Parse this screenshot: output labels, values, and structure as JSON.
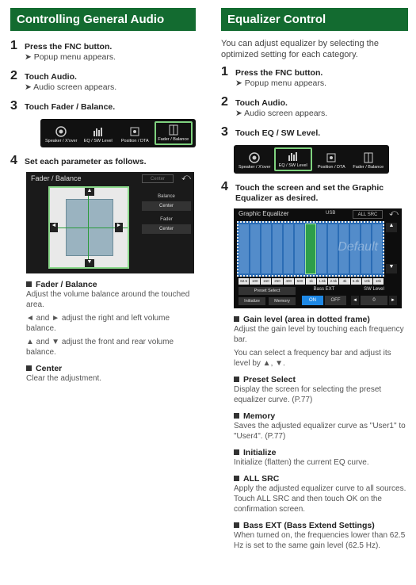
{
  "left": {
    "title": "Controlling General Audio",
    "steps": [
      {
        "num": "1",
        "pre": "Press the ",
        "key": "FNC",
        "post": " button.",
        "result": "Popup menu appears."
      },
      {
        "num": "2",
        "pre": "Touch ",
        "key": "Audio",
        "post": ".",
        "result": "Audio screen appears."
      },
      {
        "num": "3",
        "pre": "Touch ",
        "key": "Fader / Balance",
        "post": "."
      },
      {
        "num": "4",
        "text": "Set each parameter as follows."
      }
    ],
    "buttons": [
      "Speaker / X'over",
      "EQ / SW Level",
      "Position / DTA",
      "Fader / Balance"
    ],
    "fader_screen": {
      "title": "Fader / Balance",
      "center_btn": "Center",
      "balance_label": "Balance",
      "balance_value": "Center",
      "fader_label": "Fader",
      "fader_value": "Center"
    },
    "sections": [
      {
        "head": "Fader / Balance",
        "body": [
          "Adjust the volume balance around the touched area.",
          "◄ and ► adjust the right and left volume balance.",
          "▲ and ▼ adjust the front and rear volume balance."
        ]
      },
      {
        "head": "Center",
        "body": [
          "Clear the adjustment."
        ]
      }
    ]
  },
  "right": {
    "title": "Equalizer Control",
    "intro": "You can adjust equalizer by selecting the optimized setting for each category.",
    "steps": [
      {
        "num": "1",
        "pre": "Press the ",
        "key": "FNC",
        "post": " button.",
        "result": "Popup menu appears."
      },
      {
        "num": "2",
        "pre": "Touch ",
        "key": "Audio",
        "post": ".",
        "result": "Audio screen appears."
      },
      {
        "num": "3",
        "pre": "Touch ",
        "key": "EQ / SW Level",
        "post": "."
      },
      {
        "num": "4",
        "text": "Touch the screen and set the Graphic Equalizer as desired."
      }
    ],
    "buttons": [
      "Speaker / X'over",
      "EQ / SW Level",
      "Position / DTA",
      "Fader / Balance"
    ],
    "eq_screen": {
      "title": "Graphic Equalizer",
      "source": "USB",
      "all_src": "ALL SRC",
      "watermark": "Default",
      "freqs": [
        "62.5",
        "100",
        "160",
        "250",
        "400",
        "630",
        "1k",
        "1.6k",
        "2.5k",
        "4k",
        "6.3k",
        "10k",
        "16k"
      ],
      "preset": "Preset Select",
      "initialize": "Initialize",
      "memory": "Memory",
      "bass_ext": "Bass EXT",
      "on": "ON",
      "off": "OFF",
      "sw_level": "SW Level",
      "sw_value": "0"
    },
    "sections": [
      {
        "head": "Gain level (area in dotted frame)",
        "body": [
          "Adjust the gain level by touching each frequency bar.",
          "You can select a frequency bar and adjust its level by ▲, ▼."
        ]
      },
      {
        "head": "Preset Select",
        "body": [
          "Display the screen for selecting the preset equalizer curve. (P.77)"
        ]
      },
      {
        "head": "Memory",
        "body": [
          "Saves the adjusted equalizer curve as \"User1\" to \"User4\". (P.77)"
        ]
      },
      {
        "head": "Initialize",
        "body": [
          "Initialize (flatten) the current EQ curve."
        ]
      },
      {
        "head": "ALL SRC",
        "body": [
          "Apply the adjusted equalizer curve to all sources. Touch ALL SRC and then touch OK on the confirmation screen."
        ]
      },
      {
        "head": "Bass EXT (Bass Extend Settings)",
        "body": [
          "When turned on, the frequencies lower than 62.5 Hz is set to the same gain level (62.5 Hz)."
        ]
      }
    ]
  }
}
